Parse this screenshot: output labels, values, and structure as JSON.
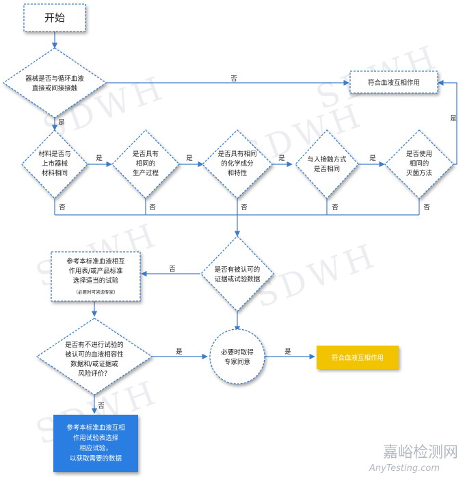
{
  "flowchart": {
    "start": "开始",
    "nodes": {
      "d1": [
        "器械是否与循环血液",
        "直接或间接接触"
      ],
      "d2": [
        "材料是否与",
        "上市器械",
        "材料相同"
      ],
      "d3": [
        "是否具有",
        "相同的",
        "生产过程"
      ],
      "d4": [
        "是否具有相同",
        "的化学成分",
        "和特性"
      ],
      "d5": [
        "与人接触方式",
        "是否相同"
      ],
      "d6": [
        "是否使用",
        "相同的",
        "灭菌方法"
      ],
      "compatible": "符合血液互相作用",
      "d7": [
        "是否有被认可的",
        "证据或试验数据"
      ],
      "ref_box": [
        "参考本标准血液相互",
        "作用表/或产品标准",
        "选择适当的试验"
      ],
      "ref_box_note": "（必要时可咨询专家）",
      "d8": [
        "是否有不进行试验的",
        "被认可的血液相容性",
        "数据和/或证据或",
        "风险评价？"
      ],
      "expert": [
        "必要时取得",
        "专家同意"
      ],
      "final_ok": "符合血液互相作用",
      "final_test": [
        "参考本标准血液互相",
        "作用试验表选择",
        "相应试验，",
        "以获取需要的数据"
      ]
    },
    "labels": {
      "yes": "是",
      "no": "否"
    }
  },
  "watermark": {
    "text": "SDWH"
  },
  "footer": {
    "brand_cn": "嘉峪检测网",
    "brand_en": "AnyTesting.com"
  }
}
